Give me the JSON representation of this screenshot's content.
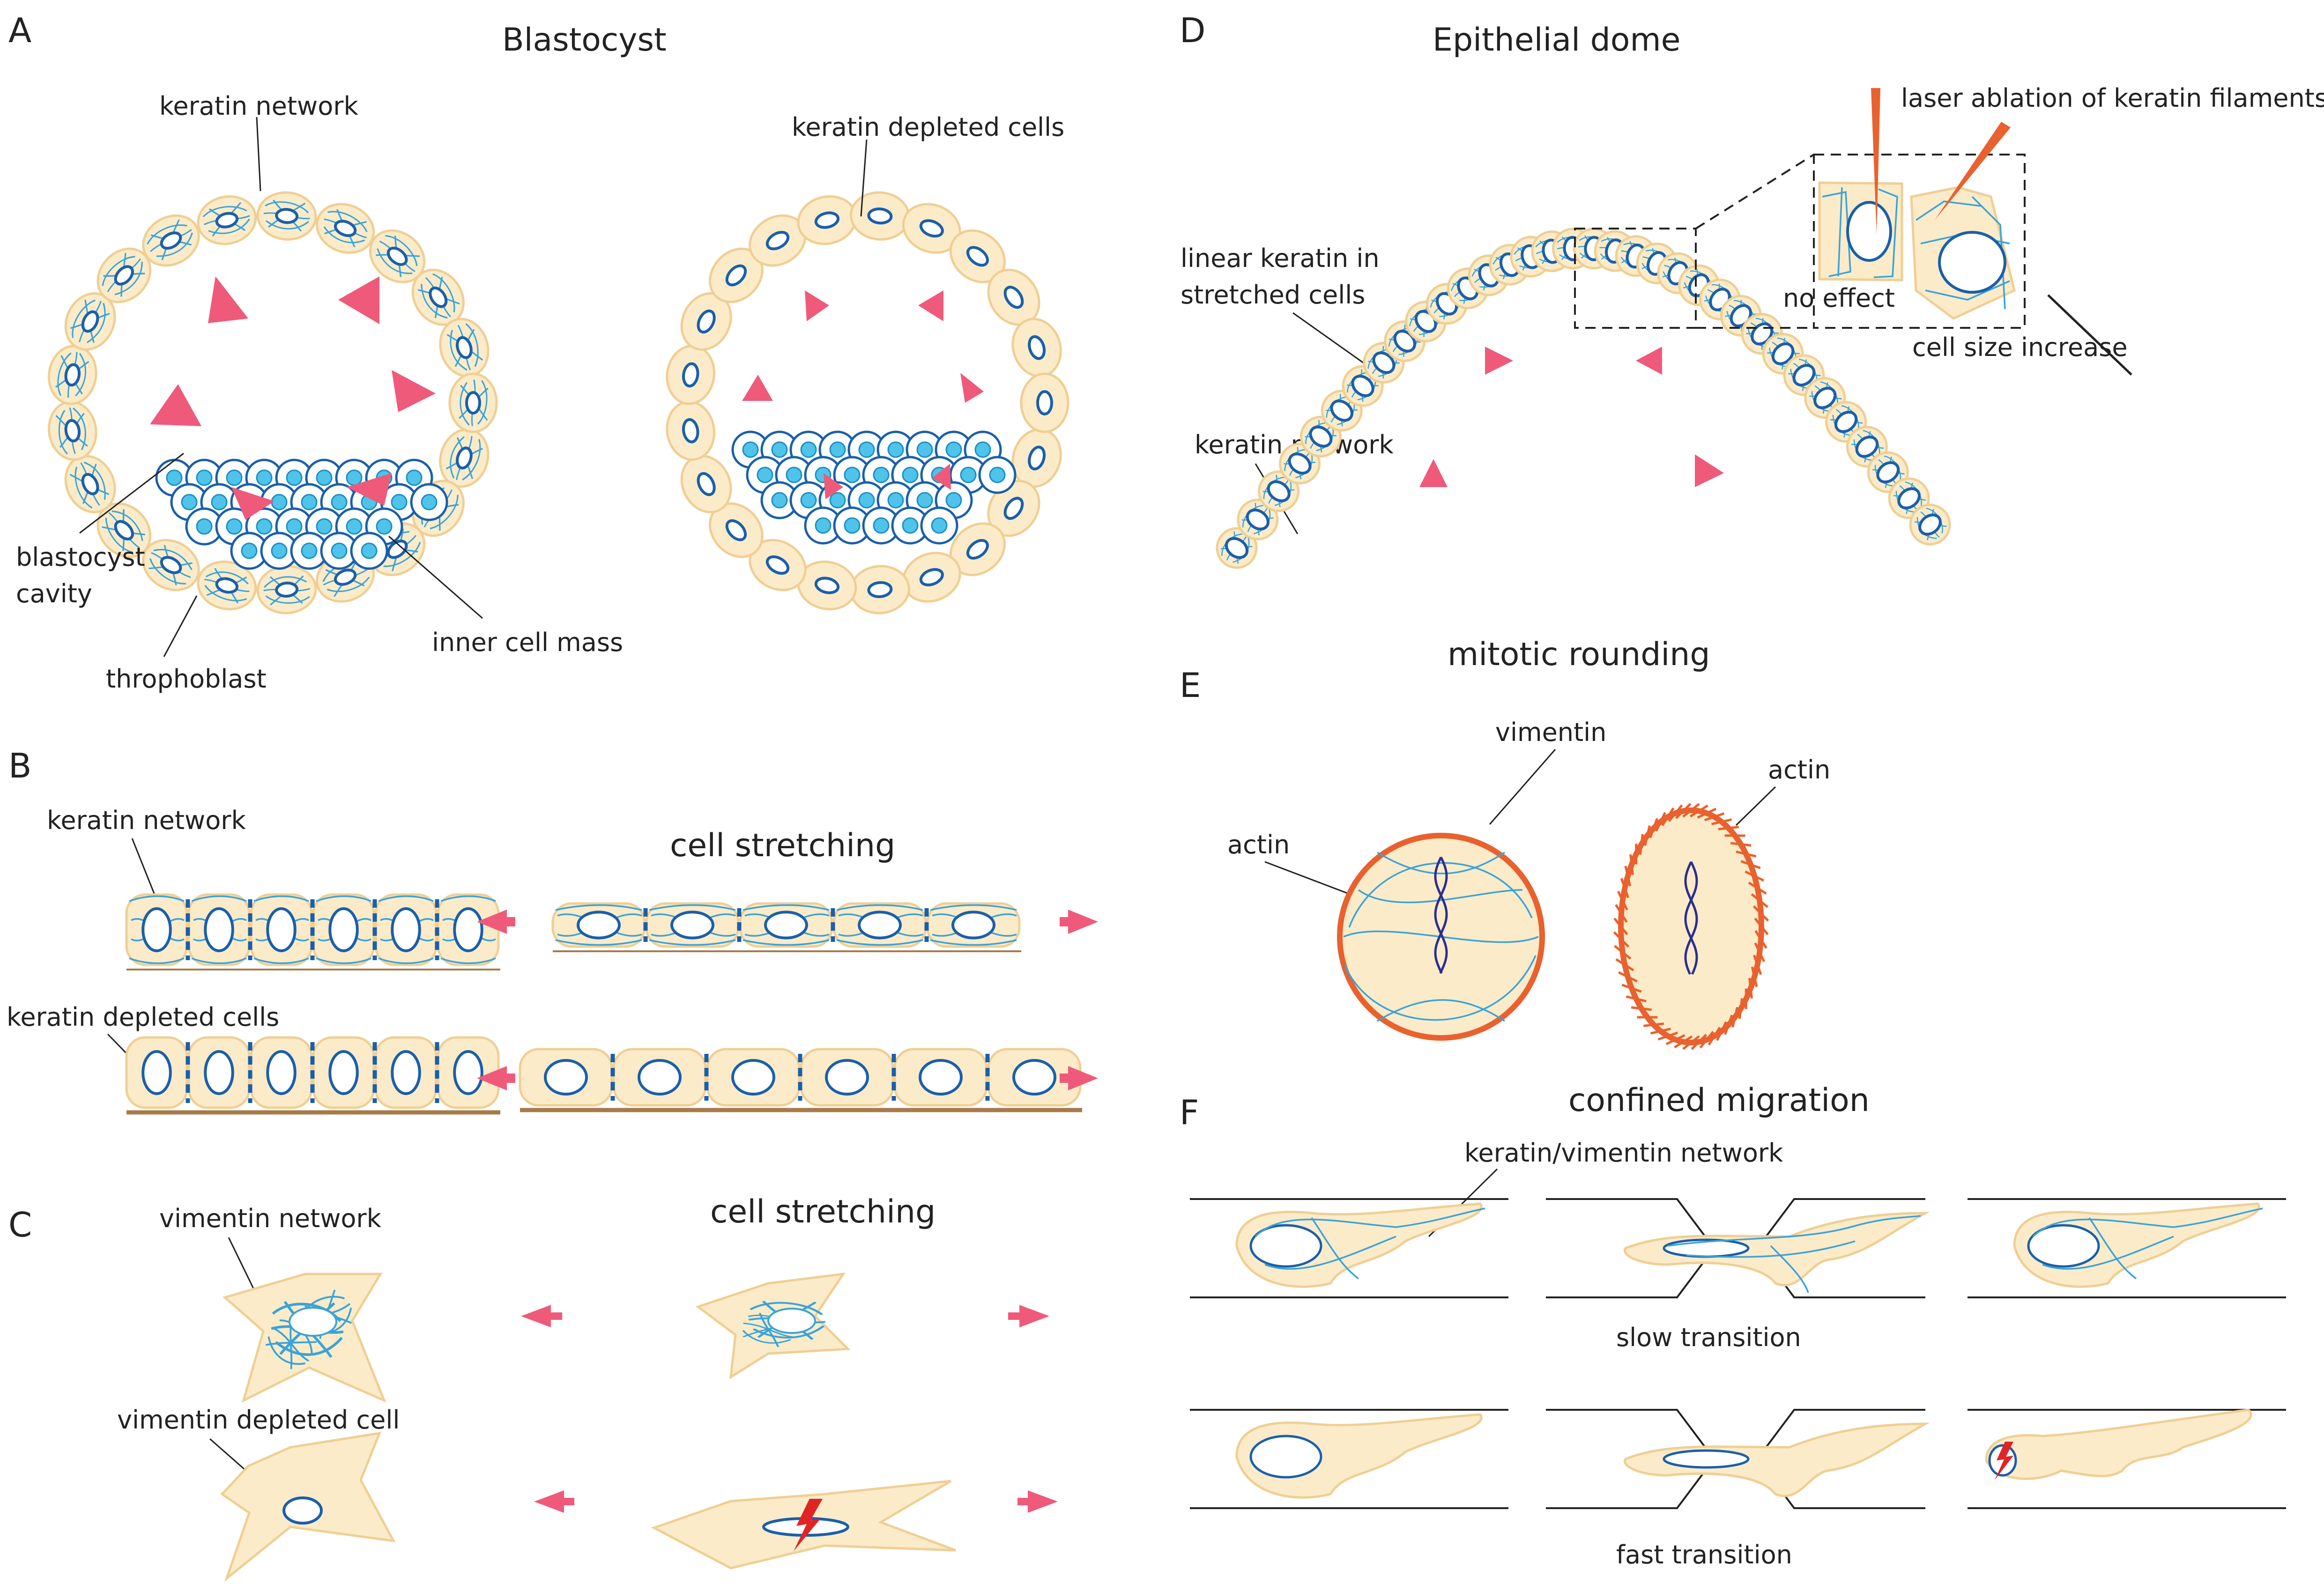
{
  "panels": {
    "A": {
      "letter": "A",
      "title": "Blastocyst",
      "labels": {
        "keratin_network": "keratin network",
        "keratin_depleted": "keratin depleted cells",
        "cavity_1": "blastocyst",
        "cavity_2": "cavity",
        "trophoblast": "throphoblast",
        "icm": "inner cell mass"
      }
    },
    "B": {
      "letter": "B",
      "title": "cell stretching",
      "labels": {
        "keratin_network": "keratin network",
        "keratin_depleted": "keratin depleted cells"
      }
    },
    "C": {
      "letter": "C",
      "title": "cell stretching",
      "labels": {
        "vimentin_network": "vimentin network",
        "vimentin_depleted": "vimentin depleted cell"
      }
    },
    "D": {
      "letter": "D",
      "title": "Epithelial dome",
      "labels": {
        "laser": "laser ablation of keratin filaments",
        "linear_1": "linear keratin in",
        "linear_2": "stretched cells",
        "no_effect": "no effect",
        "size_increase": "cell size increase",
        "keratin_network": "keratin network"
      }
    },
    "E": {
      "letter": "E",
      "title": "mitotic rounding",
      "labels": {
        "vimentin": "vimentin",
        "actin_left": "actin",
        "actin_right": "actin"
      }
    },
    "F": {
      "letter": "F",
      "title": "confined migration",
      "labels": {
        "network": "keratin/vimentin network",
        "slow": "slow transition",
        "fast": "fast transition"
      }
    }
  },
  "colors": {
    "cell_fill": "#fcebc9",
    "cell_outline": "#efcf94",
    "nucleus": "#1a5faa",
    "filaments": "#3aa3d8",
    "icm_nucleus": "#4fc3ea",
    "force_arrow": "#ef5a7b",
    "actin": "#e9612e",
    "substrate": "#a87a4a",
    "dna": "#2b2f8f",
    "damage_bolt": "#e02424"
  },
  "icons": [
    "force-arrow-icon",
    "laser-beam-icon",
    "dna-rupture-bolt-icon"
  ]
}
